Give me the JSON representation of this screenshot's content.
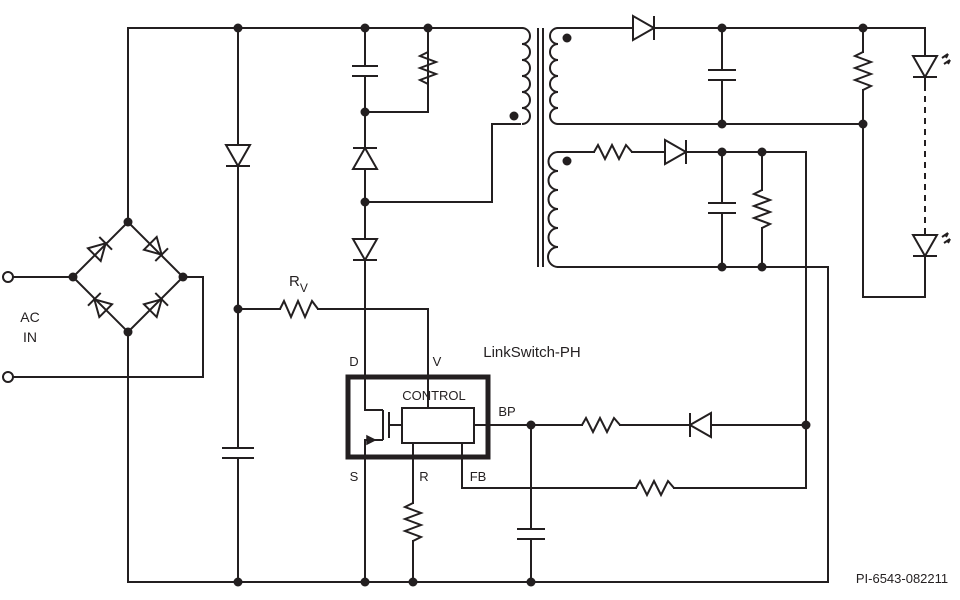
{
  "labels": {
    "ac_in_line1": "AC",
    "ac_in_line2": "IN",
    "rv_main": "R",
    "rv_sub": "V",
    "ic_name": "LinkSwitch-PH",
    "control": "CONTROL",
    "pin_d": "D",
    "pin_v": "V",
    "pin_s": "S",
    "pin_r": "R",
    "pin_fb": "FB",
    "pin_bp": "BP",
    "part_number": "PI-6543-082211"
  }
}
